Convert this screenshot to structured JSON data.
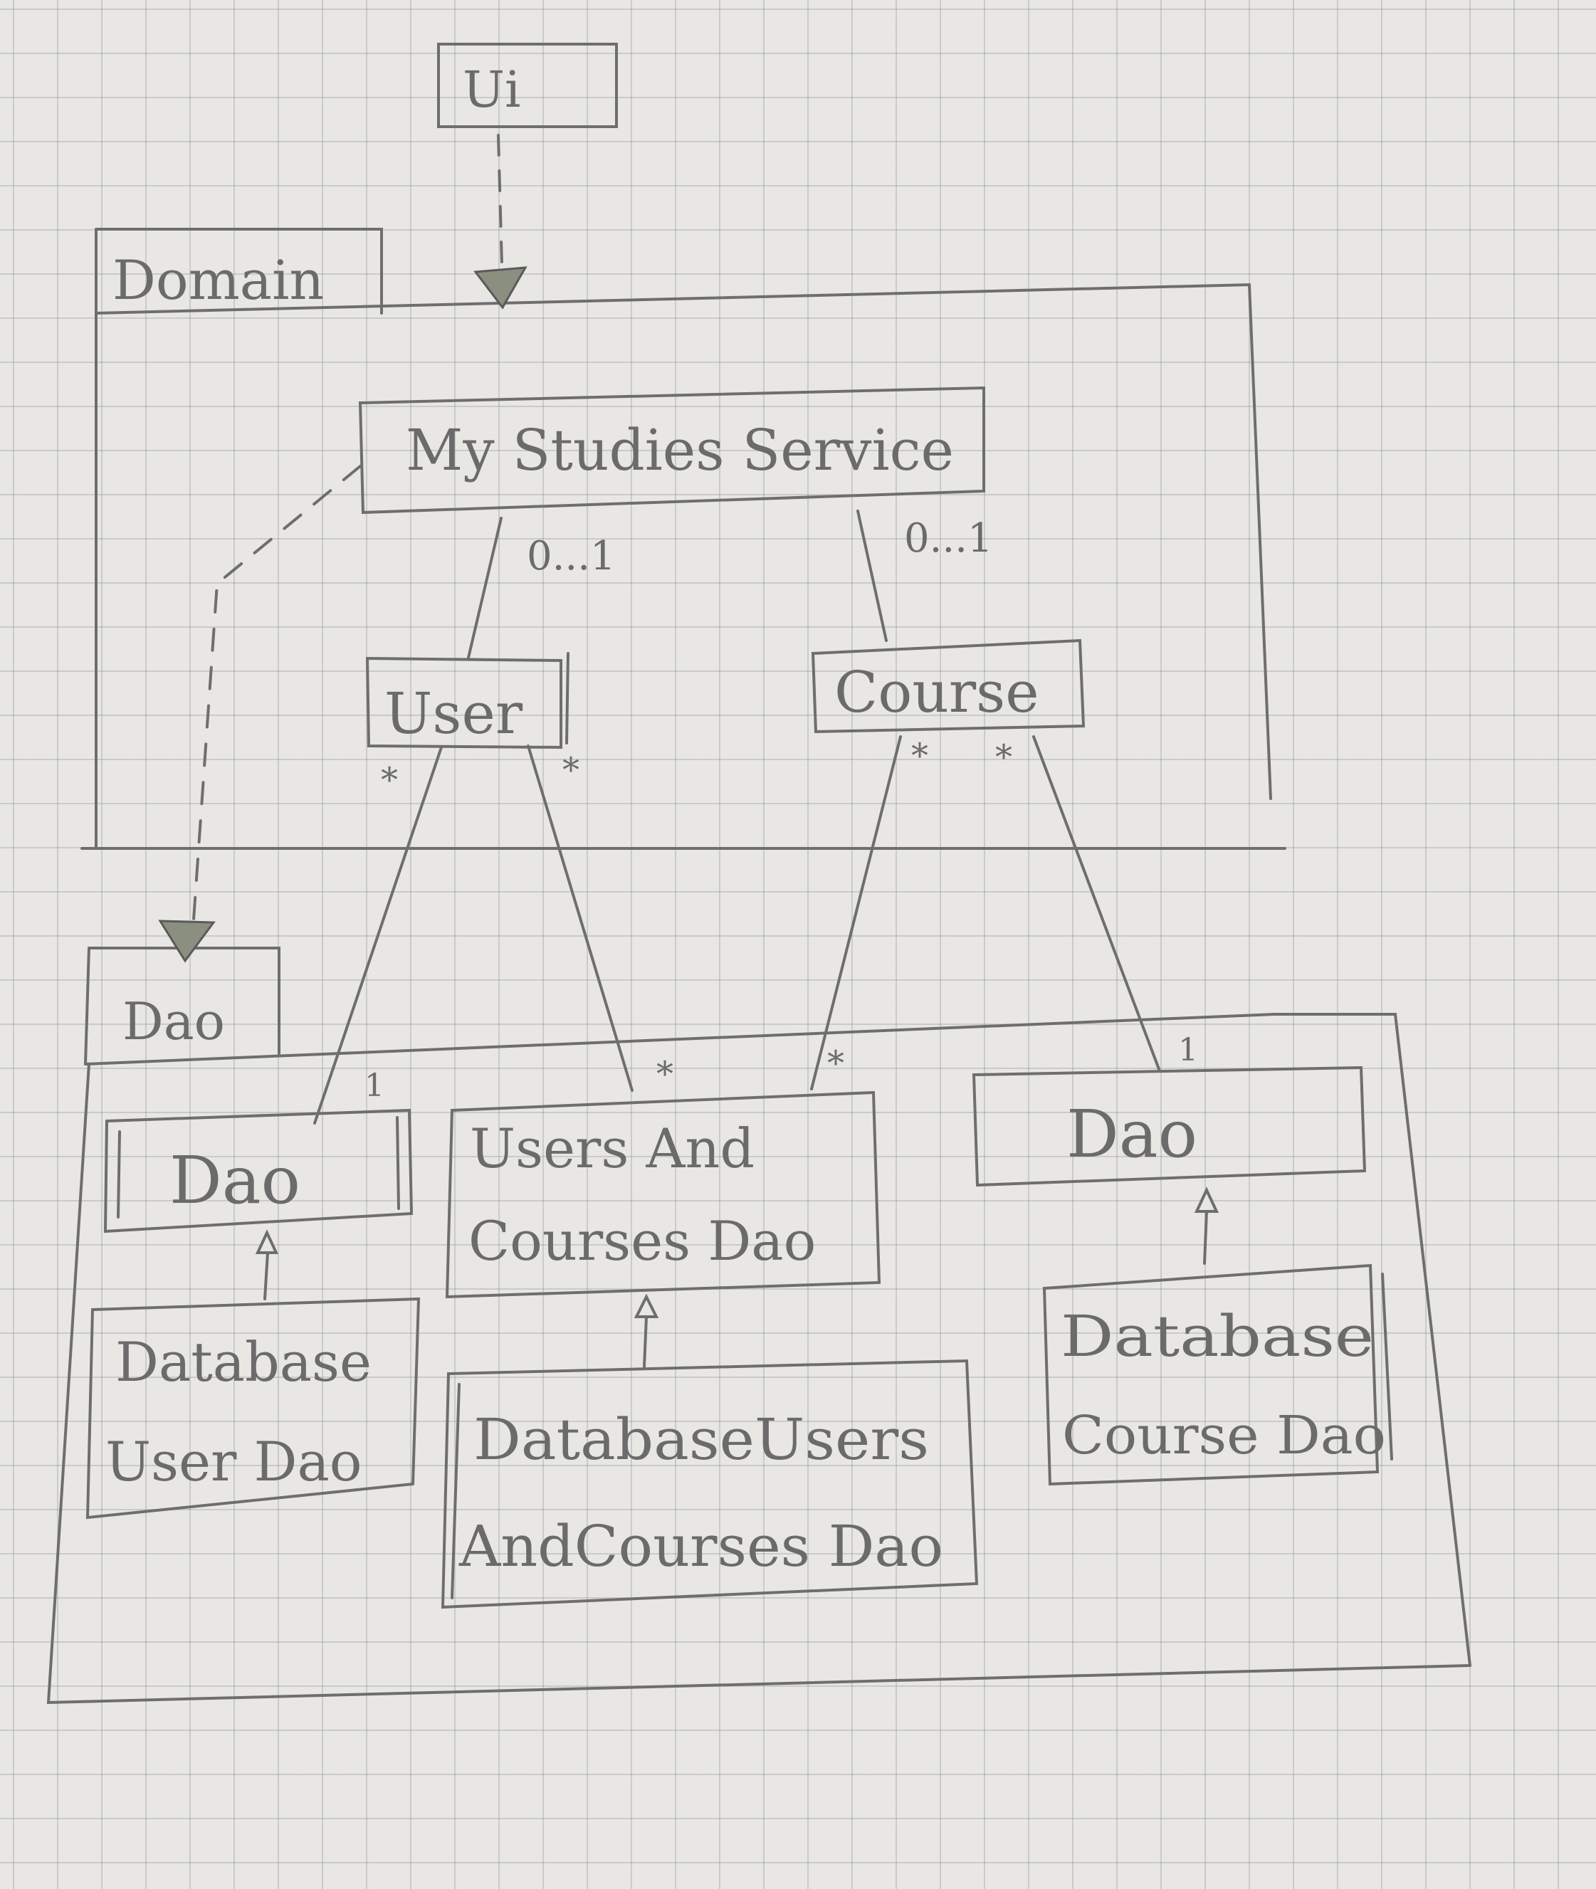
{
  "packages": {
    "ui": "Ui",
    "domain": "Domain",
    "dao": "Dao"
  },
  "classes": {
    "my_studies_service": "My Studies Service",
    "user": "User",
    "course": "Course",
    "user_dao": "Dao",
    "users_and_courses_dao_line1": "Users And",
    "users_and_courses_dao_line2": "Courses Dao",
    "course_dao": "Dao",
    "database_user_dao_line1": "Database",
    "database_user_dao_line2": "User Dao",
    "database_users_and_courses_dao_line1": "DatabaseUsers",
    "database_users_and_courses_dao_line2": "AndCourses Dao",
    "database_course_dao_line1": "Database",
    "database_course_dao_line2": "Course Dao"
  },
  "multiplicities": {
    "service_user": "0...1",
    "service_course": "0...1",
    "user_left": "*",
    "user_right": "*",
    "course_left": "*",
    "course_right": "*",
    "user_dao_end": "1",
    "users_courses_dao_left": "*",
    "users_courses_dao_right": "*",
    "course_dao_end": "1"
  }
}
